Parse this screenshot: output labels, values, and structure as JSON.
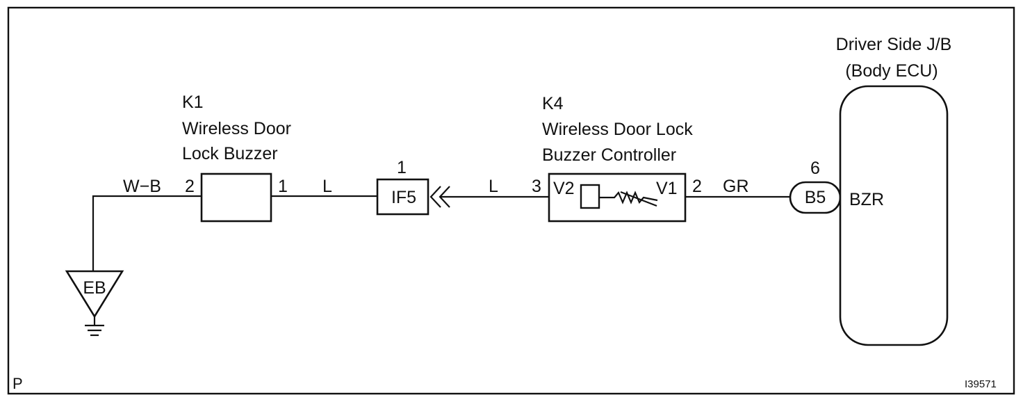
{
  "components": {
    "k1": {
      "code": "K1",
      "name_line1": "Wireless Door",
      "name_line2": "Lock Buzzer",
      "pin_left": "2",
      "pin_right": "1"
    },
    "k4": {
      "code": "K4",
      "name_line1": "Wireless Door Lock",
      "name_line2": "Buzzer Controller",
      "pin_left": "3",
      "pin_right": "2",
      "terminal_left": "V2",
      "terminal_right": "V1"
    },
    "ecu": {
      "name_line1": "Driver Side J/B",
      "name_line2": "(Body ECU)",
      "terminal": "BZR"
    }
  },
  "connectors": {
    "if5": {
      "label": "IF5",
      "pin": "1"
    },
    "b5": {
      "label": "B5",
      "pin": "6"
    }
  },
  "ground": {
    "label": "EB"
  },
  "wires": {
    "ground_to_k1": "W−B",
    "k1_to_if5": "L",
    "if5_to_k4": "L",
    "k4_to_ecu": "GR"
  },
  "corner_labels": {
    "left": "P",
    "right": "I39571"
  },
  "colors": {
    "line": "#111111",
    "background": "#ffffff"
  }
}
